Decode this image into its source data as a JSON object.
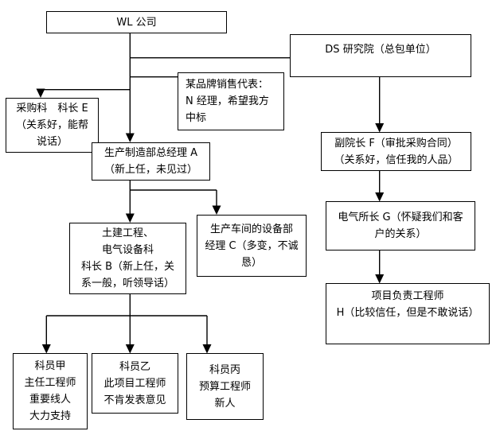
{
  "diagram": {
    "title": "",
    "colors": {
      "line": "#000000",
      "box_border": "#000000",
      "box_fill": "#ffffff",
      "text": "#000000",
      "page_bg": "#ffffff"
    },
    "nodes": {
      "wl": {
        "lines": [
          "WL 公司"
        ]
      },
      "ds": {
        "lines": [
          "DS 研究院（总包单位）"
        ]
      },
      "brand": {
        "lines": [
          "某品牌销售代表：",
          "N 经理，希望我方",
          "中标"
        ]
      },
      "procurement": {
        "lines": [
          "采购科　科长 E",
          "（关系好，能帮",
          "说话）"
        ]
      },
      "manager_a": {
        "lines": [
          "生产制造部总经理 A",
          "（新上任，未见过）"
        ]
      },
      "civil": {
        "lines": [
          "土建工程、",
          "电气设备科",
          "科长 B（新上任，关",
          "系一般，听领导话）"
        ]
      },
      "workshop": {
        "lines": [
          "生产车间的设备部",
          "经理 C（多变，不诚",
          "恳）"
        ]
      },
      "vice_f": {
        "lines": [
          "副院长 F（审批采购合同）",
          "（关系好，信任我的人品）"
        ]
      },
      "elec_g": {
        "lines": [
          "电气所长 G（怀疑我们和客",
          "户的关系）"
        ]
      },
      "eng_h": {
        "lines": [
          "项目负责工程师",
          "H（比较信任，但是不敢说话）"
        ]
      },
      "staff_jia": {
        "lines": [
          "科员甲",
          "主任工程师",
          "重要线人",
          "大力支持"
        ]
      },
      "staff_yi": {
        "lines": [
          "科员乙",
          "此项目工程师",
          "不肯发表意见"
        ]
      },
      "staff_bing": {
        "lines": [
          "科员丙",
          "预算工程师",
          "新人"
        ]
      }
    }
  }
}
